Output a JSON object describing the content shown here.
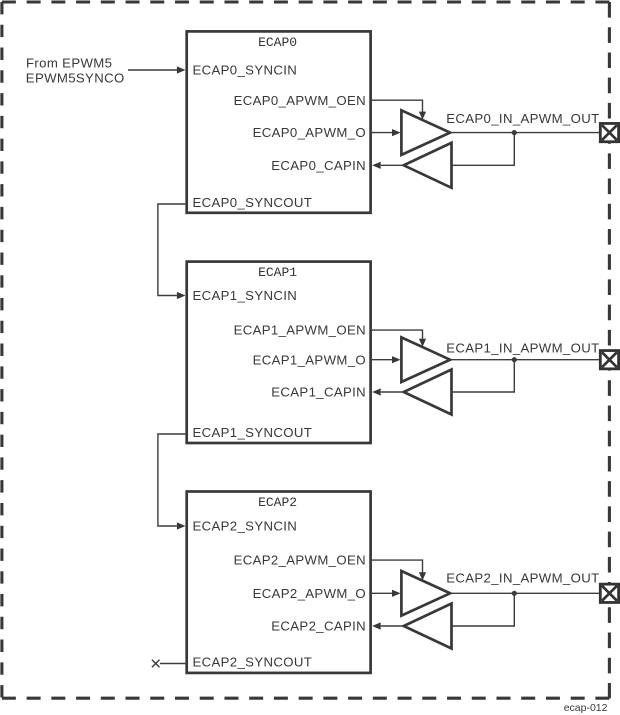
{
  "figure": {
    "id": "ecap-012",
    "background": "#ffffff"
  },
  "source_signal": {
    "line1": "From EPWM5",
    "line2": "EPWM5SYNCO"
  },
  "blocks": [
    {
      "title": "ECAP0",
      "syncin": "ECAP0_SYNCIN",
      "apwm_oen": "ECAP0_APWM_OEN",
      "apwm_o": "ECAP0_APWM_O",
      "capin": "ECAP0_CAPIN",
      "syncout": "ECAP0_SYNCOUT",
      "pad_label": "ECAP0_IN_APWM_OUT"
    },
    {
      "title": "ECAP1",
      "syncin": "ECAP1_SYNCIN",
      "apwm_oen": "ECAP1_APWM_OEN",
      "apwm_o": "ECAP1_APWM_O",
      "capin": "ECAP1_CAPIN",
      "syncout": "ECAP1_SYNCOUT",
      "pad_label": "ECAP1_IN_APWM_OUT"
    },
    {
      "title": "ECAP2",
      "syncin": "ECAP2_SYNCIN",
      "apwm_oen": "ECAP2_APWM_OEN",
      "apwm_o": "ECAP2_APWM_O",
      "capin": "ECAP2_CAPIN",
      "syncout": "ECAP2_SYNCOUT",
      "pad_label": "ECAP2_IN_APWM_OUT"
    }
  ],
  "colors": {
    "line": "#3c3c3c",
    "text": "#383838",
    "background": "#ffffff"
  }
}
